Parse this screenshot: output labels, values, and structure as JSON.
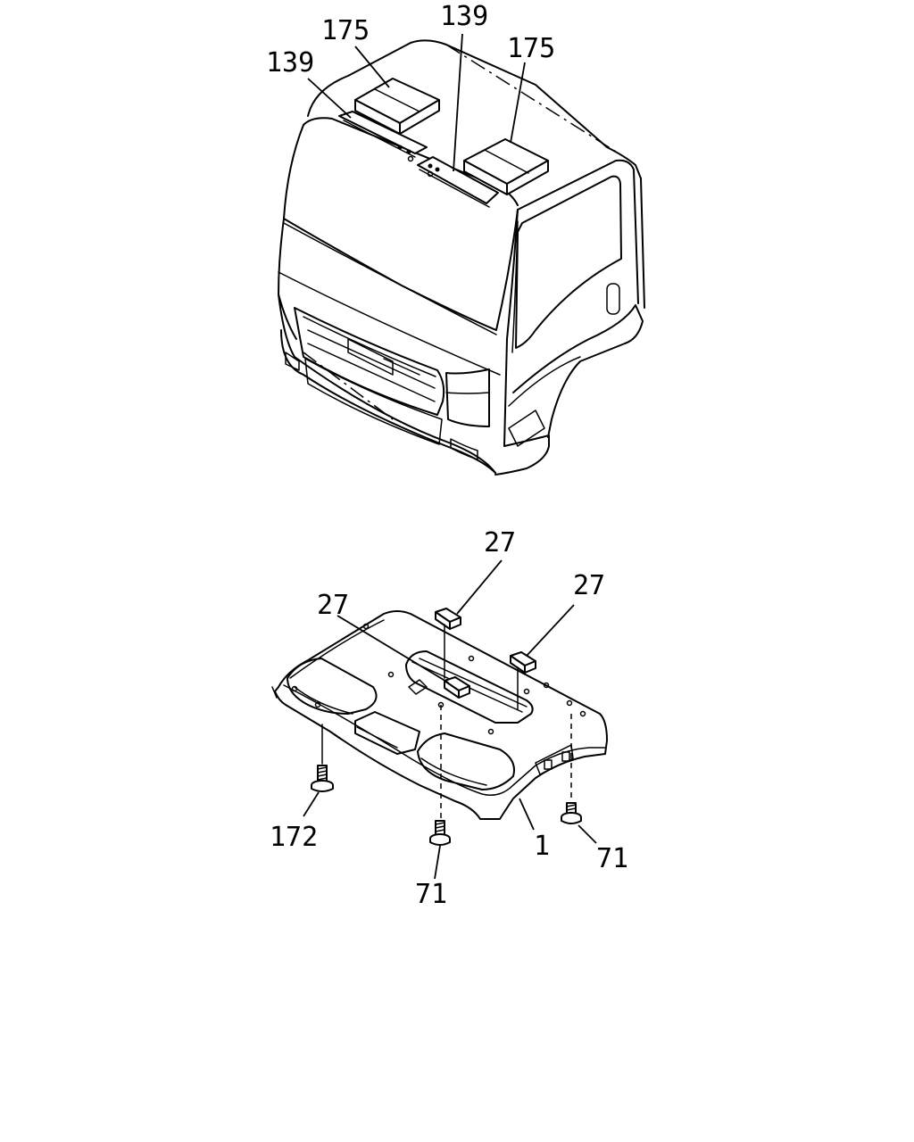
{
  "callouts": {
    "cab_roof_left_139": "139",
    "cab_roof_left_175": "175",
    "cab_roof_center_139": "139",
    "cab_roof_right_175": "175",
    "liner_27_top": "27",
    "liner_27_right": "27",
    "liner_27_left": "27",
    "liner_1": "1",
    "screw_172": "172",
    "screw_71_center": "71",
    "screw_71_right": "71"
  }
}
